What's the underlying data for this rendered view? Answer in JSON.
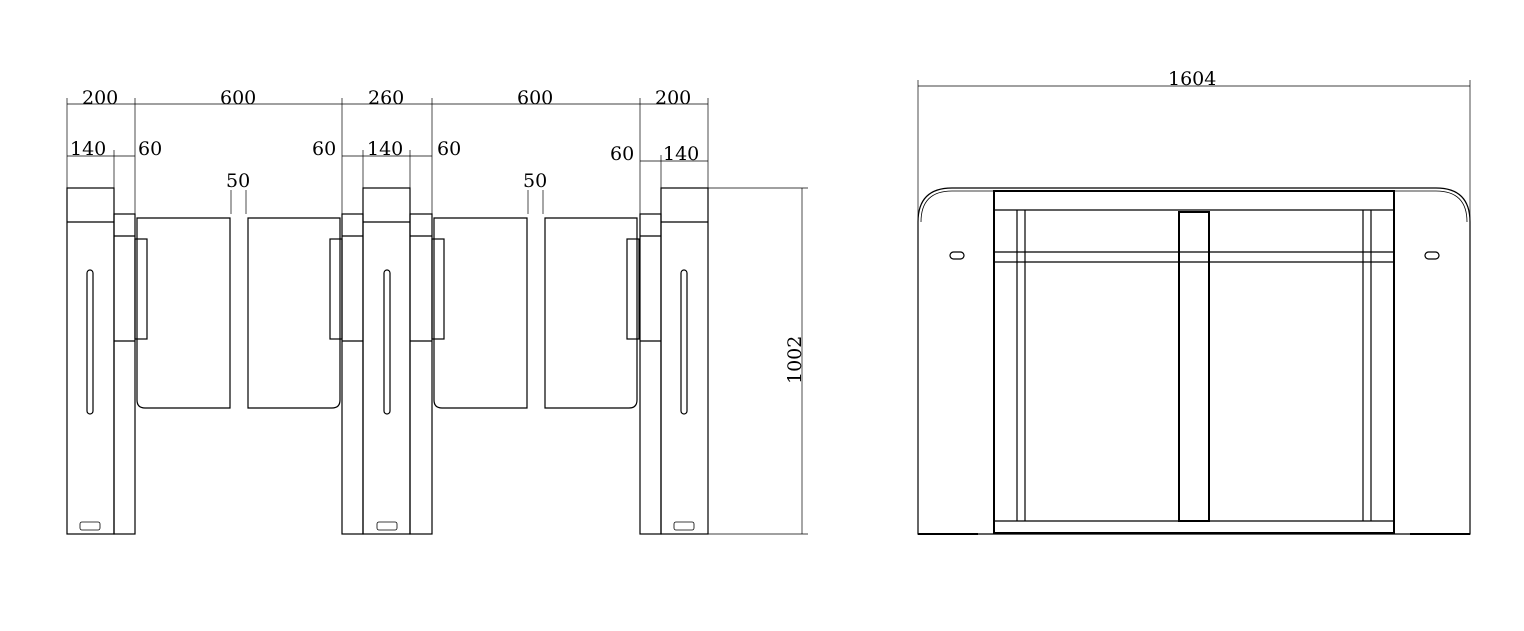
{
  "front_view": {
    "top_dims": [
      "200",
      "600",
      "260",
      "600",
      "200"
    ],
    "sub_dims": {
      "left_140": "140",
      "left_60": "60",
      "mid_60_a": "60",
      "mid_140": "140",
      "mid_60_b": "60",
      "right_60": "60",
      "right_140": "140"
    },
    "gap_left": "50",
    "gap_right": "50",
    "height_dim": "1002"
  },
  "side_view": {
    "width_dim": "1604"
  }
}
